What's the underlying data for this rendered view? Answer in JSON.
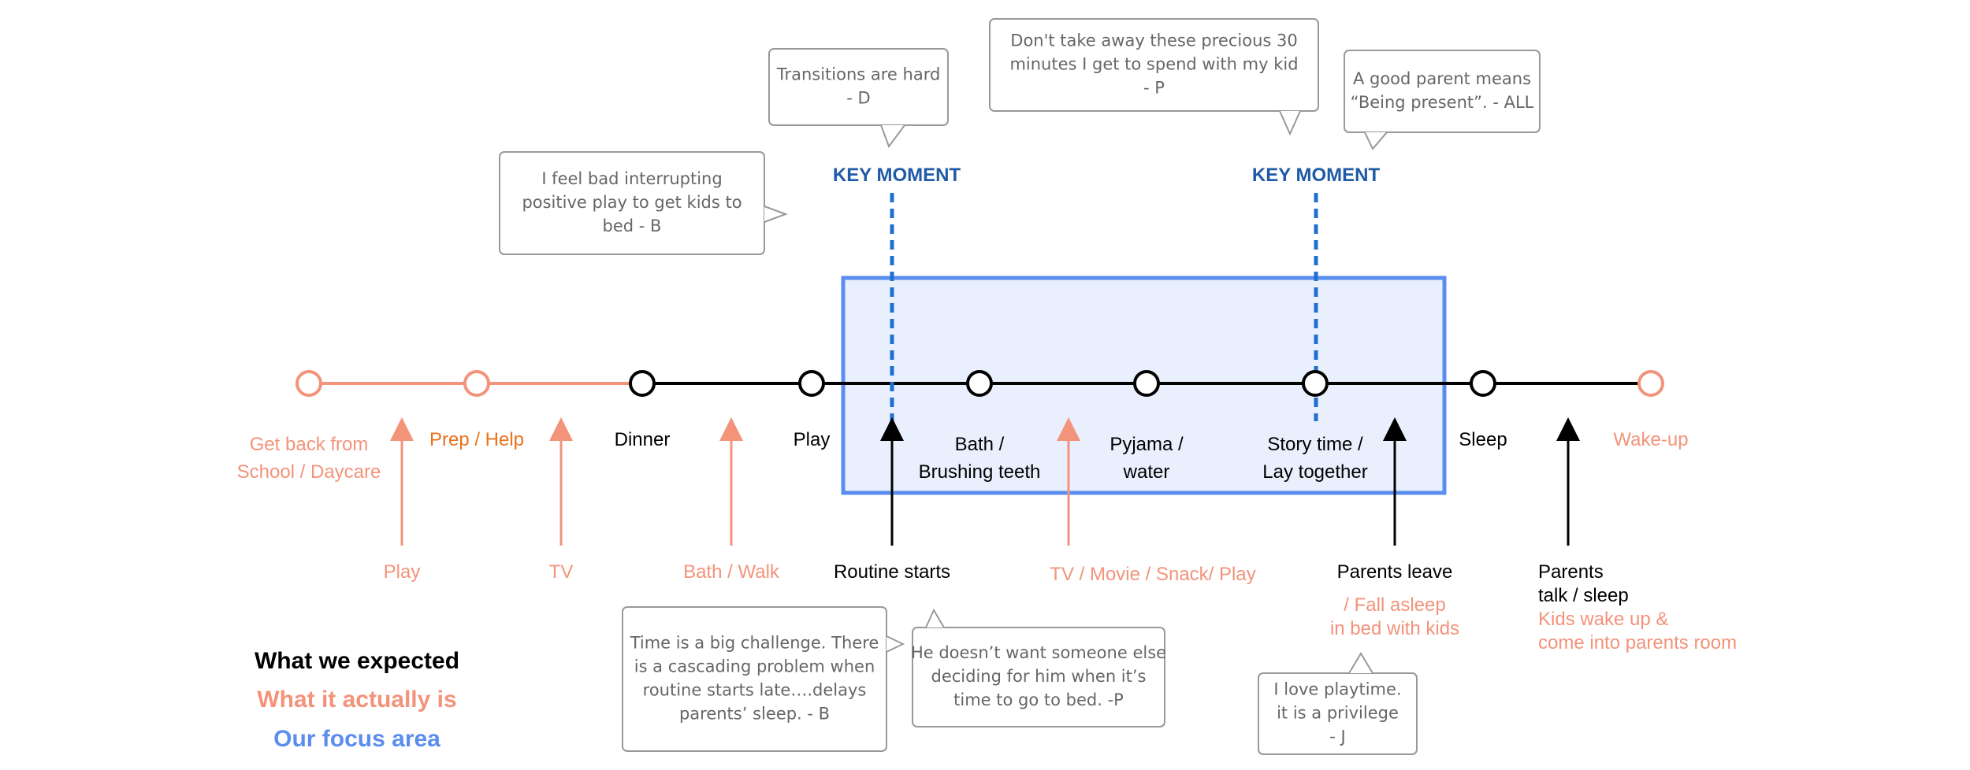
{
  "colors": {
    "expected": "#000000",
    "actual": "#f3937a",
    "focus": "#5b8def",
    "focus_fill": "#e9effd",
    "key_moment": "#1f5aa6",
    "prep_help": "#e8721c",
    "bubble_border": "#999999",
    "bubble_text": "#666666"
  },
  "timeline": {
    "nodes": [
      {
        "label_lines": [
          "Get back from",
          "School / Daycare"
        ],
        "kind": "actual"
      },
      {
        "label_lines": [
          "Prep / Help"
        ],
        "kind": "prep"
      },
      {
        "label_lines": [
          "Dinner"
        ],
        "kind": "expected"
      },
      {
        "label_lines": [
          "Play"
        ],
        "kind": "expected"
      },
      {
        "label_lines": [
          "Bath /",
          "Brushing teeth"
        ],
        "kind": "expected"
      },
      {
        "label_lines": [
          "Pyjama /",
          "water"
        ],
        "kind": "expected"
      },
      {
        "label_lines": [
          "Story time /",
          "Lay together"
        ],
        "kind": "expected"
      },
      {
        "label_lines": [
          "Sleep"
        ],
        "kind": "expected"
      },
      {
        "label_lines": [
          "Wake-up"
        ],
        "kind": "actual"
      }
    ],
    "key_moments": [
      "KEY MOMENT",
      "KEY MOMENT"
    ]
  },
  "arrows": [
    {
      "lines": [
        "Play"
      ],
      "kind": "actual"
    },
    {
      "lines": [
        "TV"
      ],
      "kind": "actual"
    },
    {
      "lines": [
        "Bath / Walk"
      ],
      "kind": "actual"
    },
    {
      "lines": [
        "Routine starts"
      ],
      "kind": "expected"
    },
    {
      "lines": [
        "TV / Movie / Snack/ Play"
      ],
      "kind": "actual"
    },
    {
      "lines": [
        "Parents leave"
      ],
      "sub": [
        "/ Fall asleep",
        "in bed with kids"
      ],
      "kind": "expected"
    },
    {
      "lines": [
        "Parents",
        "talk / sleep"
      ],
      "sub": [
        "Kids wake up &",
        "come into parents room"
      ],
      "kind": "expected"
    }
  ],
  "quotes": [
    {
      "lines": [
        "I feel bad interrupting",
        "positive play to get kids to",
        "bed - B"
      ]
    },
    {
      "lines": [
        "Transitions are hard",
        "- D"
      ]
    },
    {
      "lines": [
        "Don't take away these precious 30",
        "minutes I get to spend with my kid",
        "- P"
      ]
    },
    {
      "lines": [
        "A good parent means",
        "“Being present”. - ALL"
      ]
    },
    {
      "lines": [
        "Time is a big challenge. There",
        "is a cascading problem when",
        "routine starts late….delays",
        "parents’ sleep.  - B"
      ]
    },
    {
      "lines": [
        "He doesn’t want someone else",
        "deciding for him when it’s",
        "time to go to bed. -P"
      ]
    },
    {
      "lines": [
        "I love playtime.",
        "it is a privilege",
        "- J"
      ]
    }
  ],
  "legend": {
    "expected": "What we expected",
    "actual": "What it actually is",
    "focus": "Our focus area"
  }
}
